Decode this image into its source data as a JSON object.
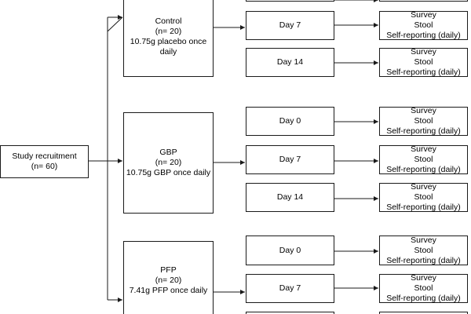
{
  "recruitment": {
    "line1": "Study recruitment",
    "line2": "(n= 60)"
  },
  "groups": [
    {
      "name": "Control",
      "n": "(n= 20)",
      "dose_line1": "10.75g placebo once",
      "dose_line2": "daily",
      "visits": [
        {
          "day": "",
          "outcomes": [
            "",
            "",
            ""
          ]
        },
        {
          "day": "Day 7",
          "outcomes": [
            "Survey",
            "Stool",
            "Self-reporting (daily)"
          ]
        },
        {
          "day": "Day 14",
          "outcomes": [
            "Survey",
            "Stool",
            "Self-reporting (daily)"
          ]
        }
      ]
    },
    {
      "name": "GBP",
      "n": "(n= 20)",
      "dose_line1": "10.75g GBP once daily",
      "dose_line2": "",
      "visits": [
        {
          "day": "Day 0",
          "outcomes": [
            "Survey",
            "Stool",
            "Self-reporting (daily)"
          ]
        },
        {
          "day": "Day 7",
          "outcomes": [
            "Survey",
            "Stool",
            "Self-reporting (daily)"
          ]
        },
        {
          "day": "Day 14",
          "outcomes": [
            "Survey",
            "Stool",
            "Self-reporting (daily)"
          ]
        }
      ]
    },
    {
      "name": "PFP",
      "n": "(n= 20)",
      "dose_line1": "7.41g PFP once daily",
      "dose_line2": "",
      "visits": [
        {
          "day": "Day 0",
          "outcomes": [
            "Survey",
            "Stool",
            "Self-reporting (daily)"
          ]
        },
        {
          "day": "Day 7",
          "outcomes": [
            "Survey",
            "Stool",
            "Self-reporting (daily)"
          ]
        },
        {
          "day": "",
          "outcomes": [
            "",
            "",
            ""
          ]
        }
      ]
    }
  ],
  "colors": {
    "line": "#1a1a1a",
    "background": "#ffffff"
  }
}
